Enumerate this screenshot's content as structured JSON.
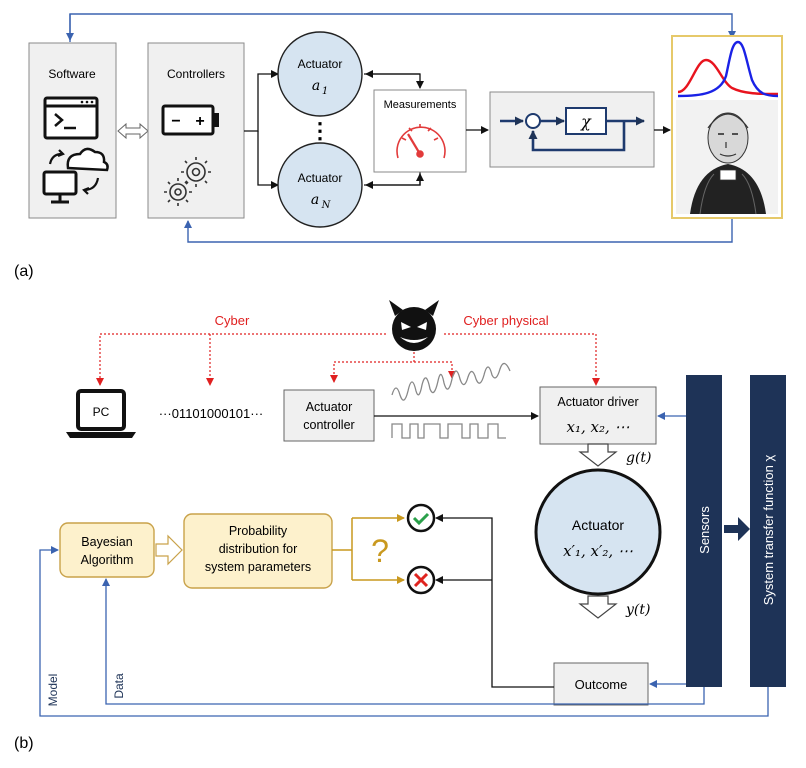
{
  "panel_a": {
    "label": "(a)",
    "software": {
      "title": "Software"
    },
    "controllers": {
      "title": "Controllers",
      "battery_minus": "−",
      "battery_plus": "+"
    },
    "actuator_top": {
      "title": "Actuator",
      "symbol": "a",
      "sub": "1"
    },
    "dots": "⋮",
    "actuator_bottom": {
      "title": "Actuator",
      "symbol": "a",
      "sub": "N"
    },
    "measurements": {
      "title": "Measurements"
    },
    "feedback": {
      "chi": "χ"
    },
    "colors": {
      "accent_line": "#3b63b0",
      "box_fill": "#f0f0f0",
      "circle_fill": "#d6e4f1",
      "gauge_red": "#e23b3b",
      "plot_frame": "#fbe9b0",
      "curve_red": "#e8141e",
      "curve_blue": "#1a22e6"
    }
  },
  "panel_b": {
    "label": "(b)",
    "cyber": "Cyber",
    "cyber_physical": "Cyber physical",
    "pc": "PC",
    "bitstream": "···01101000101···",
    "actuator_controller_1": "Actuator",
    "actuator_controller_2": "controller",
    "actuator_driver_title": "Actuator driver",
    "actuator_driver_vars": "x₁, x₂, ⋯",
    "g_t": "g(t)",
    "actuator_title": "Actuator",
    "actuator_vars": "x′₁, x′₂, ⋯",
    "y_t": "y(t)",
    "outcome": "Outcome",
    "sensors": "Sensors",
    "system_transfer": "System transfer function χ",
    "bayesian_1": "Bayesian",
    "bayesian_2": "Algorithm",
    "prob_1": "Probability",
    "prob_2": "distribution for",
    "prob_3": "system parameters",
    "question": "?",
    "model": "Model",
    "data": "Data",
    "colors": {
      "red": "#e02020",
      "navy": "#1e3357",
      "blue_line": "#3b63b0",
      "bayes_fill": "#fdf1cc",
      "bayes_stroke": "#c9a24a",
      "gold": "#c9991f",
      "check": "#2aa04a",
      "cross": "#e0241f"
    }
  }
}
